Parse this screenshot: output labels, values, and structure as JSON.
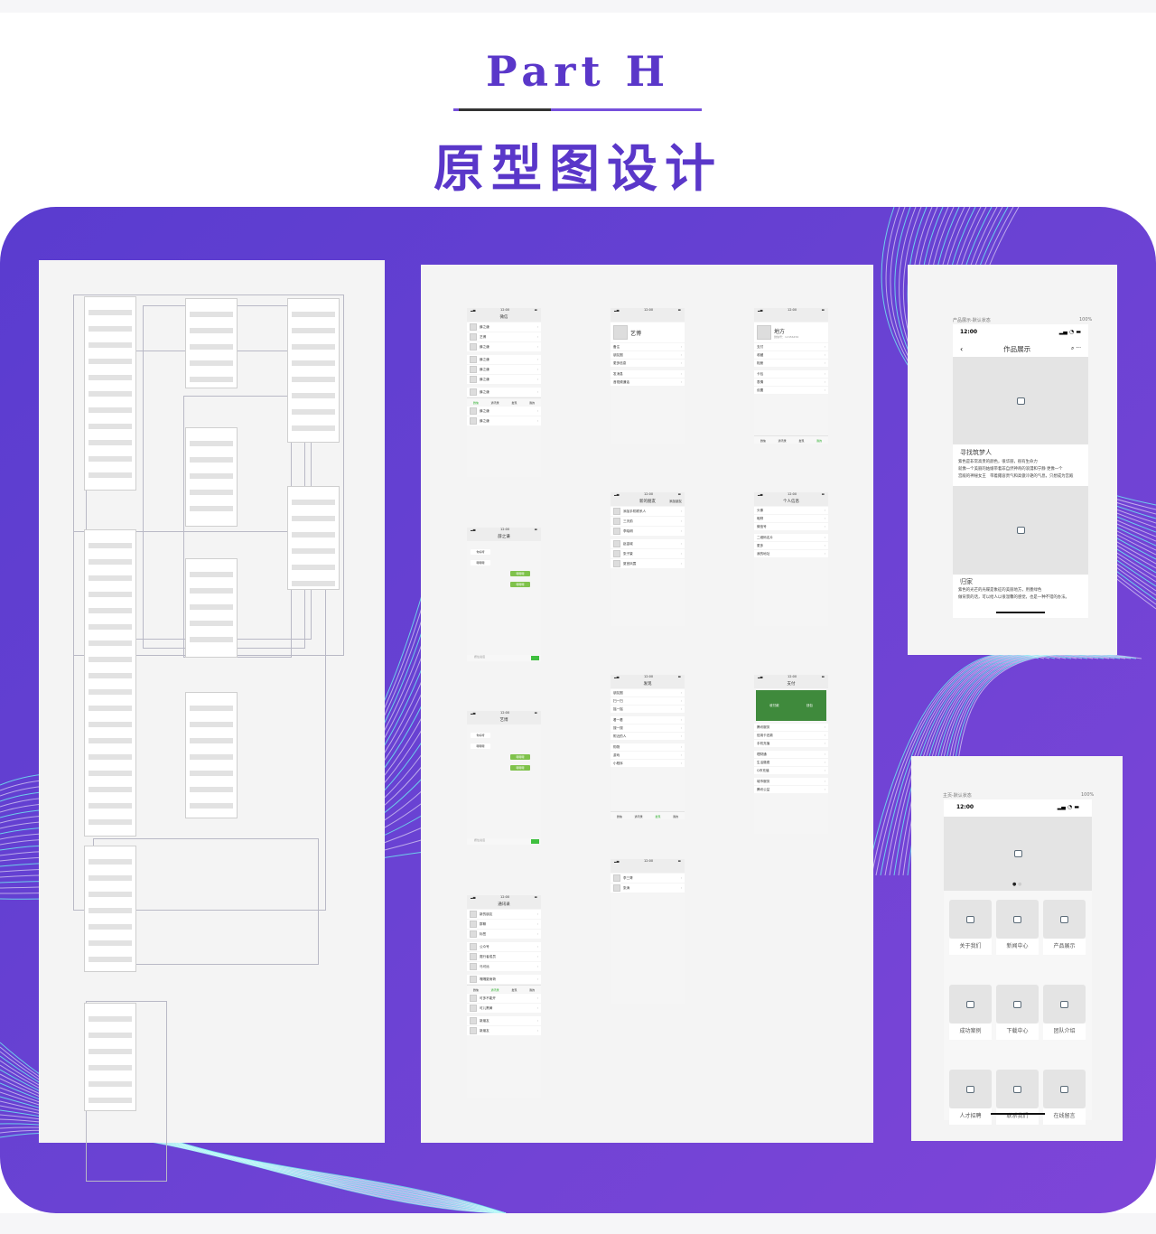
{
  "header": {
    "part": "Part  H",
    "title": "原型图设计"
  },
  "colors": {
    "accent": "#5a37c9",
    "stage_start": "#5a3ccf",
    "stage_end": "#7e45d8",
    "swirl": "#6ff0f0",
    "wechat_green": "#2aae2a",
    "pay_green": "#3f8a3c"
  },
  "tabbar": [
    "微信",
    "通讯录",
    "发现",
    "我的"
  ],
  "screens": [
    {
      "id": "chats",
      "title": "微信",
      "rows": [
        "薛之谦",
        "艺博",
        "薛之谦",
        "薛之谦",
        "薛之谦",
        "薛之谦",
        "薛之谦",
        "薛之谦",
        "薛之谦"
      ],
      "avatar": true,
      "active_tab": 0
    },
    {
      "id": "profile",
      "title": "",
      "name": "艺博",
      "rows": [
        "备注",
        "朋友圈",
        "更多信息",
        "发消息",
        "音视频通话"
      ]
    },
    {
      "id": "me",
      "title": "",
      "name": "地方",
      "wxid": "微信号：12456456",
      "rows": [
        "支付",
        "收藏",
        "相册",
        "卡包",
        "表情",
        "设置"
      ],
      "active_tab": 3
    },
    {
      "id": "chat1",
      "title": "薛之谦",
      "messages": [
        {
          "side": "in",
          "text": "你好呀"
        },
        {
          "side": "in",
          "text": "嗯嗯嗯"
        },
        {
          "side": "out",
          "text": "嗯嗯嗯"
        },
        {
          "side": "out",
          "text": "嗯嗯嗯"
        }
      ],
      "input": "按住说话"
    },
    {
      "id": "newfriends",
      "title": "新的朋友",
      "action": "添加朋友",
      "rows": [
        "添加手机联系人",
        "三天前",
        "李晓明",
        "赵金城",
        "张子豪",
        "夏宫凤霞"
      ],
      "avatar": true
    },
    {
      "id": "info",
      "title": "个人信息",
      "rows": [
        "头像",
        "昵称",
        "微信号",
        "二维码名片",
        "更多",
        "我的地址"
      ]
    },
    {
      "id": "chat2",
      "title": "艺博",
      "messages": [
        {
          "side": "in",
          "text": "你好呀"
        },
        {
          "side": "in",
          "text": "嗯嗯嗯"
        },
        {
          "side": "out",
          "text": "嗯嗯嗯"
        },
        {
          "side": "out",
          "text": "嗯嗯嗯"
        }
      ],
      "input": "按住说话"
    },
    {
      "id": "discover",
      "title": "发现",
      "rows": [
        "朋友圈",
        "扫一扫",
        "摇一摇",
        "看一看",
        "搜一搜",
        "附近的人",
        "购物",
        "游戏",
        "小程序"
      ],
      "active_tab": 2
    },
    {
      "id": "pay",
      "title": "支付",
      "pay": [
        "收付款",
        "钱包"
      ],
      "rows": [
        "腾讯服务",
        "信用卡还款",
        "手机充值",
        "理财通",
        "生活缴费",
        "Q币充值",
        "城市服务",
        "腾讯公益"
      ]
    },
    {
      "id": "contacts",
      "title": "通讯录",
      "rows": [
        "新的朋友",
        "群聊",
        "标签",
        "公众号",
        "爬行者成员",
        "马可远",
        "嘎嘎夏雨荷",
        "可多不能开",
        "可儿黑黄",
        "新朋友",
        "新朋友"
      ],
      "avatar": true,
      "active_tab": 1
    },
    {
      "id": "moments",
      "title": "",
      "rows": [
        "李三哥",
        "张涛"
      ],
      "avatar": true
    }
  ],
  "product_page": {
    "state": "产品展示-默认状态",
    "zoom": "100%",
    "time": "12:00",
    "title": "作品展示",
    "cards": [
      {
        "title": "寻找筑梦人",
        "lines": [
          "紫色是非常高贵的颜色，很华丽，很有生命力",
          "就像一个美丽的姑娘带着非自然神奇的浪漫和宁静 更像一个",
          "宫殿的神秘女王　带着雍容贵气和高傲冷艳的气息，只想成为宫殿"
        ]
      },
      {
        "title": "归家",
        "lines": [
          "紫色的光芒的光碟是象征的美丽地方，用墨绿色",
          "做背景的话，可以给人以很温馨的感觉，也是一种不错的办法。"
        ]
      }
    ]
  },
  "home_page": {
    "state": "主页-默认状态",
    "zoom": "100%",
    "time": "12:00",
    "items": [
      "关于我们",
      "新闻中心",
      "产品展示",
      "成功案例",
      "下载中心",
      "团队介绍",
      "人才招聘",
      "联系我们",
      "在线留言"
    ]
  }
}
